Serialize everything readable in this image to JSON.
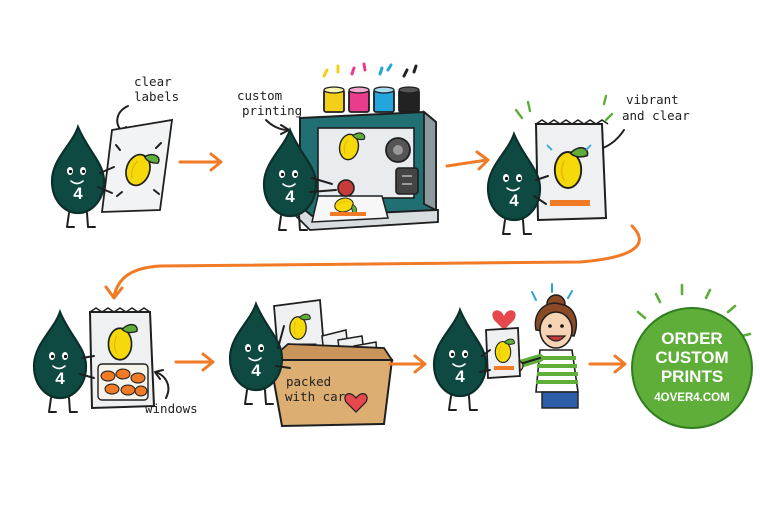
{
  "notes": {
    "clear_labels": [
      "clear",
      "labels"
    ],
    "custom_printing": [
      "custom",
      "printing"
    ],
    "vibrant_and_clear": [
      "vibrant",
      "and clear"
    ],
    "windows": "windows",
    "packed_with_care": [
      "packed",
      "with care"
    ]
  },
  "mascot_label": "4",
  "cta": {
    "lines": [
      "ORDER",
      "CUSTOM",
      "PRINTS"
    ],
    "url": "4OVER4.COM",
    "color": "#5fae3a"
  },
  "colors": {
    "mascot": "#0e4a42",
    "arrow": "#f07a26",
    "lemon": "#f5d90a",
    "orange_chips": "#f07a26",
    "press": "#1f6f73",
    "box": "#dcae72",
    "heart": "#e5484d",
    "inks": [
      "#f2cf19",
      "#e93c8c",
      "#23a6dd",
      "#222222"
    ]
  }
}
